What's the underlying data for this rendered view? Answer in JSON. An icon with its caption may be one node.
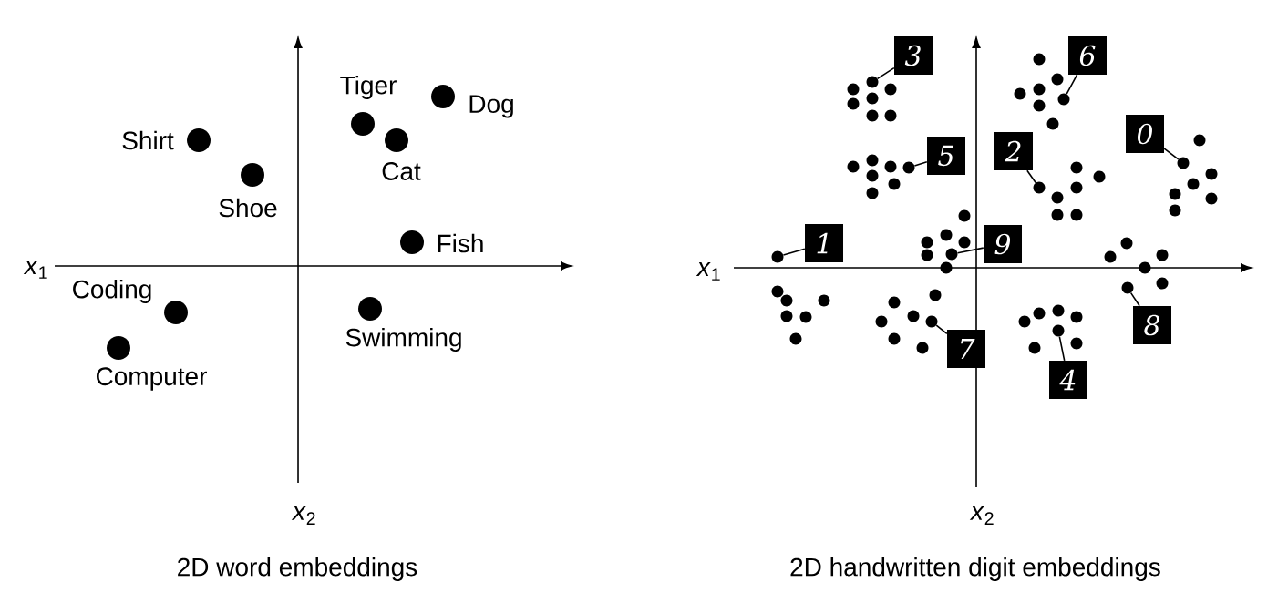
{
  "diagram": {
    "nodes": [
      {
        "text": [],
        "shape": "circle",
        "beside": [
          "Tiger"
        ]
      },
      {
        "text": [],
        "shape": "circle",
        "beside": [
          "Dog"
        ]
      },
      {
        "text": [],
        "shape": "circle",
        "beside": [
          "Shirt"
        ]
      },
      {
        "text": [],
        "shape": "circle",
        "beside": [
          "Cat"
        ]
      },
      {
        "text": [],
        "shape": "circle",
        "beside": [
          "Shoe"
        ]
      },
      {
        "text": [],
        "shape": "circle",
        "beside": [
          "Fish"
        ]
      },
      {
        "text": [],
        "shape": "circle",
        "beside": [
          "Coding"
        ]
      },
      {
        "text": [],
        "shape": "circle",
        "beside": [
          "Swimming"
        ]
      },
      {
        "text": [],
        "shape": "circle",
        "beside": [
          "Computer"
        ]
      },
      {
        "text": [
          "3"
        ]
      },
      {
        "text": [],
        "shape": "circle"
      },
      {
        "text": [
          "6"
        ]
      },
      {
        "text": [],
        "shape": "circle"
      },
      {
        "text": [
          "5"
        ]
      },
      {
        "text": [],
        "shape": "circle"
      },
      {
        "text": [
          "2"
        ]
      },
      {
        "text": [],
        "shape": "circle"
      },
      {
        "text": [
          "0"
        ]
      },
      {
        "text": [],
        "shape": "circle"
      },
      {
        "text": [
          "1"
        ]
      },
      {
        "text": [],
        "shape": "circle"
      },
      {
        "text": [
          "9"
        ]
      },
      {
        "text": [],
        "shape": "circle"
      },
      {
        "text": [
          "8"
        ]
      },
      {
        "text": [],
        "shape": "circle"
      },
      {
        "text": [
          "7"
        ]
      },
      {
        "text": [],
        "shape": "circle"
      },
      {
        "text": [
          "4"
        ]
      },
      {
        "text": [],
        "shape": "circle"
      }
    ],
    "edges": [
      {
        "from": 9,
        "to": 10,
        "arrow": "none"
      },
      {
        "from": 11,
        "to": 12,
        "arrow": "none"
      },
      {
        "from": 13,
        "to": 14,
        "arrow": "none"
      },
      {
        "from": 15,
        "to": 16,
        "arrow": "none"
      },
      {
        "from": 17,
        "to": 18,
        "arrow": "none"
      },
      {
        "from": 19,
        "to": 20,
        "arrow": "none"
      },
      {
        "from": 21,
        "to": 22,
        "arrow": "none"
      },
      {
        "from": 23,
        "to": 24,
        "arrow": "none"
      },
      {
        "from": 25,
        "to": 26,
        "arrow": "none"
      },
      {
        "from": 27,
        "to": 28,
        "arrow": "none"
      }
    ],
    "labels": [
      "*x*$_{1}$",
      "*x*$_{2}$",
      "2D word embeddings",
      "*x*$_{1}$",
      "*x*$_{2}$",
      "2D handwritten digit embeddings"
    ]
  }
}
